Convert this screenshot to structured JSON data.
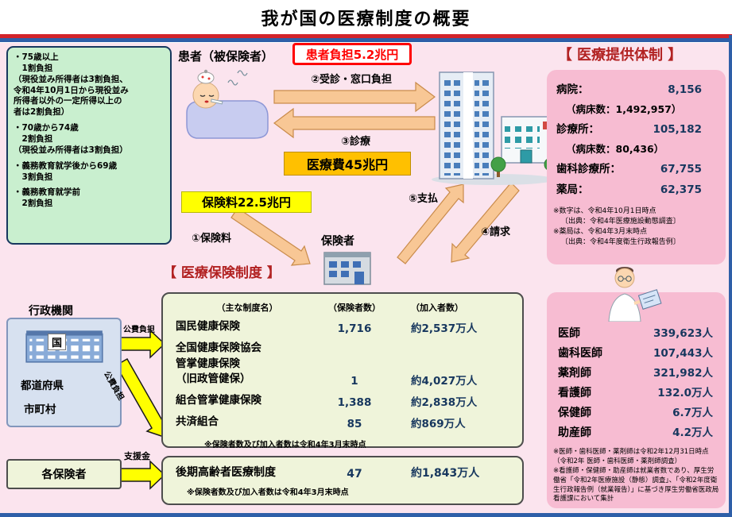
{
  "title": "我が国の医療制度の概要",
  "copay_panel": {
    "groups": [
      "・75歳以上\n　1割負担\n（現役並み所得者は3割負担、\n令和4年10月1日から現役並み\n所得者以外の一定所得以上の\n者は2割負担）",
      "・70歳から74歳\n　2割負担\n（現役並み所得者は3割負担）",
      "・義務教育就学後から69歳\n　3割負担",
      "・義務教育就学前\n　2割負担"
    ]
  },
  "flow": {
    "patient_label": "患者（被保険者）",
    "patient_burden": "患者負担5.2兆円",
    "step2": "②受診・窓口負担",
    "step3": "③診療",
    "medical_cost": "医療費45兆円",
    "premium": "保険料22.5兆円",
    "step1": "①保険料",
    "insurer_label": "保険者",
    "step5": "⑤支払",
    "step4": "④請求"
  },
  "provider_panel": {
    "title": "【 医療提供体制 】",
    "rows": [
      {
        "label": "病院：",
        "value": "8,156"
      },
      {
        "sub": "（病床数：1,492,957）"
      },
      {
        "label": "診療所：",
        "value": "105,182"
      },
      {
        "sub": "（病床数：80,436）"
      },
      {
        "label": "歯科診療所：",
        "value": "67,755"
      },
      {
        "label": "薬局：",
        "value": "62,375"
      }
    ],
    "notes": [
      "※数字は、令和4年10月1日時点",
      "〔出典：令和4年医療施設動態調査〕",
      "※薬局は、令和4年3月末時点",
      "〔出典：令和4年度衛生行政報告例〕"
    ]
  },
  "insurance_panel": {
    "title": "【 医療保険制度 】",
    "col_headers": [
      "（主な制度名）",
      "（保険者数）",
      "（加入者数）"
    ],
    "rows": [
      {
        "name": "国民健康保険",
        "insurers": "1,716",
        "members": "約2,537万人"
      },
      {
        "name": "全国健康保険協会\n管掌健康保険\n（旧政管健保）",
        "insurers": "1",
        "members": "約4,027万人"
      },
      {
        "name": "組合管掌健康保険",
        "insurers": "1,388",
        "members": "約2,838万人"
      },
      {
        "name": "共済組合",
        "insurers": "85",
        "members": "約869万人"
      }
    ],
    "note": "※保険者数及び加入者数は令和4年3月末時点"
  },
  "elderly_panel": {
    "name": "後期高齢者医療制度",
    "insurers": "47",
    "members": "約1,843万人",
    "note": "※保険者数及び加入者数は令和4年3月末時点"
  },
  "government": {
    "label": "行政機関",
    "entities": [
      "国",
      "都道府県",
      "市町村"
    ],
    "public_fund_1": "公費負担",
    "public_fund_2": "公費負担",
    "each_insurer": "各保険者",
    "support": "支援金"
  },
  "staff_panel": {
    "rows": [
      {
        "label": "医師",
        "value": "339,623人"
      },
      {
        "label": "歯科医師",
        "value": "107,443人"
      },
      {
        "label": "薬剤師",
        "value": "321,982人"
      },
      {
        "label": "看護師",
        "value": "132.0万人"
      },
      {
        "label": "保健師",
        "value": "6.7万人"
      },
      {
        "label": "助産師",
        "value": "4.2万人"
      }
    ],
    "notes": [
      "※医師・歯科医師・薬剤師は令和2年12月31日時点",
      "（令和2年 医師・歯科医師・薬剤師調査）",
      "※看護師・保健師・助産師は就業者数であり、厚生労働省「令和2年医療施設（静態）調査」、「令和2年度衛生行政報告例（就業報告）」に基づき厚生労働省医政局看護課において集計"
    ]
  },
  "colors": {
    "accent_red": "#FF0000",
    "heading_red": "#B22222",
    "gold": "#FFC000",
    "yellow": "#FFFF00",
    "panel_pink": "#F7BCD2",
    "background_pink": "#FBE4EE",
    "green_panel": "#C9EFCF",
    "table_green": "#EFF4DA",
    "number_navy": "#17375E",
    "bar_red": "#D2232A",
    "bar_blue": "#2E5FA8"
  }
}
